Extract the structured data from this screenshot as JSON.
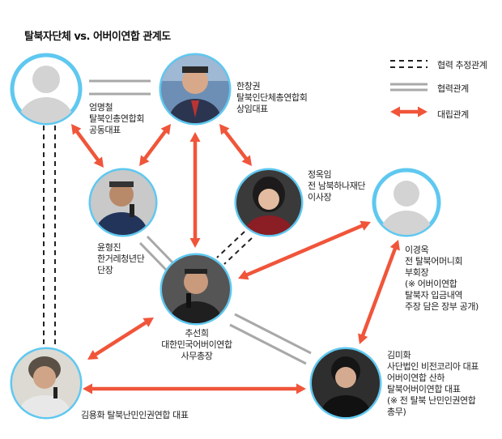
{
  "title": "탈북자단체 vs. 어버이연합 관계도",
  "legend": {
    "estimated": "협력 추정관계",
    "cooperation": "협력관계",
    "opposition": "대립관계"
  },
  "nodes": {
    "eom": {
      "name": "엄명철",
      "lines": [
        "탈북인총연합회",
        "공동대표"
      ]
    },
    "han": {
      "name": "한창권",
      "lines": [
        "탈북인단체총연합회",
        "상임대표"
      ]
    },
    "jeong": {
      "name": "정옥임",
      "lines": [
        "전 남북하나재단",
        "이사장"
      ]
    },
    "yoon": {
      "name": "윤형진",
      "lines": [
        "한거레청년단",
        "단장"
      ]
    },
    "lee": {
      "name": "이경옥",
      "lines": [
        "전 탈북어머니회",
        "부회장",
        "(※ 어버이연합",
        "탈북자 입금내역",
        "주장 담은 장부 공개)"
      ]
    },
    "choo": {
      "name": "추선희",
      "lines": [
        "대한민국어버이연합",
        "사무총장"
      ]
    },
    "kimyh": {
      "name": "김용화 탈북난민인권연합 대표",
      "lines": []
    },
    "kimmh": {
      "name": "김미화",
      "lines": [
        "사단법인 비전코리아 대표",
        "어버이연합 산하",
        "탈북어버이연합 대표",
        "(※ 전 탈북 난민인권연합",
        "총무)"
      ]
    }
  },
  "colors": {
    "ring": "#5fc8f0",
    "opposition": "#f0553a",
    "cooperation": "#aaaaaa",
    "estimated": "#222222"
  },
  "icons": [
    "person-silhouette-icon",
    "double-arrow-icon"
  ]
}
